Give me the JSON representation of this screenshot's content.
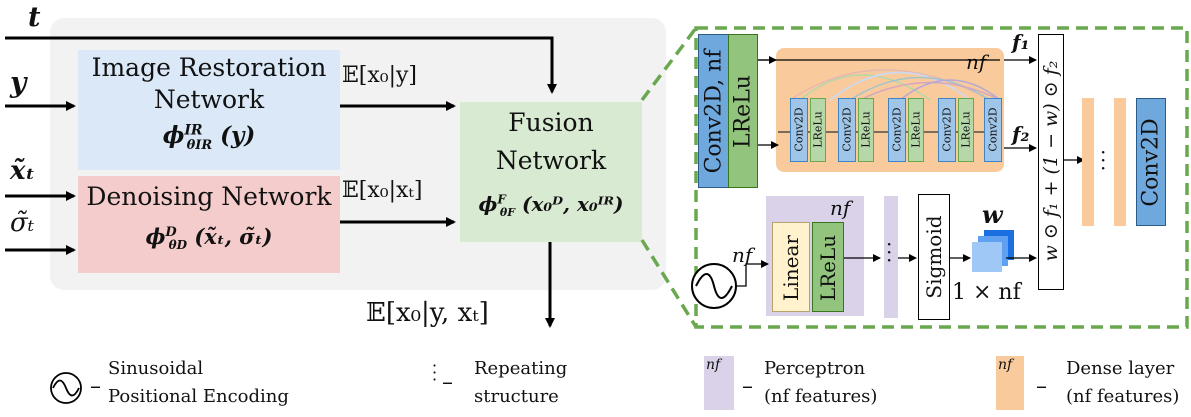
{
  "inputs": {
    "t": "t",
    "y": "y",
    "xt": "x̃ₜ",
    "sigma": "σ̃ₜ"
  },
  "ir_network": {
    "title_line1": "Image Restoration",
    "title_line2": "Network",
    "formula": "ϕ^IR_θIR (y)"
  },
  "denoising_network": {
    "title": "Denoising Network",
    "formula": "ϕ^D_θD (x̃ₜ, σ̃ₜ)"
  },
  "fusion_network": {
    "title_line1": "Fusion",
    "title_line2": "Network",
    "formula": "ϕ^F_θF (x₀ᴰ, x₀ᴵᴿ)"
  },
  "arrows": {
    "e_given_y": "𝔼[x₀|y]",
    "e_given_xt": "𝔼[x₀|xₜ]",
    "output": "𝔼[x₀|y, xₜ]"
  },
  "detail": {
    "conv2d_nf": "Conv2D,  nf",
    "lrelu": "LReLu",
    "nf": "nf",
    "f1": "f₁",
    "f2": "f₂",
    "dense_blocks": [
      {
        "a": "Conv2D",
        "b": "LReLu"
      },
      {
        "a": "Conv2D",
        "b": "LReLu"
      },
      {
        "a": "Conv2D",
        "b": "LReLu"
      },
      {
        "a": "Conv2D",
        "b": "LReLu"
      },
      {
        "a": "Conv2D",
        "b": ""
      }
    ],
    "combine_formula": "w ⊙ f₁ + (1 − w) ⊙ f₂",
    "conv2d_out": "Conv2D",
    "linear": "Linear",
    "sigmoid": "Sigmoid",
    "w": "w",
    "one_x_nf": "1 × nf"
  },
  "legend": {
    "sinusoidal_line1": "Sinusoidal",
    "sinusoidal_line2": "Positional Encoding",
    "repeating_line1": "Repeating",
    "repeating_line2": "structure",
    "perceptron_line1": "Perceptron",
    "perceptron_line2": "(nf features)",
    "dense_line1": "Dense layer",
    "dense_line2": "(nf features)",
    "nf": "nf",
    "dash": "–"
  },
  "colors": {
    "ir_blue": "#dbe8f7",
    "denoise_red": "#f4cccc",
    "fusion_green": "#d9ead3",
    "panel_gray": "#f2f2f2",
    "dash_green": "#6aa84f",
    "conv_blue": "#6fa8dc",
    "lrelu_green": "#93c47d",
    "dense_orange": "#f9cb9c",
    "perceptron_purple": "#d9d2e9",
    "linear_yellow": "#fff2cc"
  }
}
